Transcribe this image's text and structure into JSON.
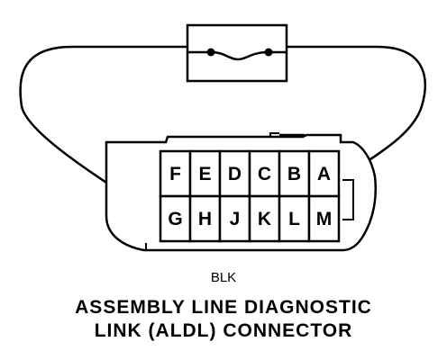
{
  "connector": {
    "top_row": [
      "F",
      "E",
      "D",
      "C",
      "B",
      "A"
    ],
    "bottom_row": [
      "G",
      "H",
      "J",
      "K",
      "L",
      "M"
    ]
  },
  "fuse_icon": "fuse-icon",
  "color_code": "BLK",
  "title_line1": "ASSEMBLY LINE DIAGNOSTIC",
  "title_line2": "LINK (ALDL) CONNECTOR"
}
